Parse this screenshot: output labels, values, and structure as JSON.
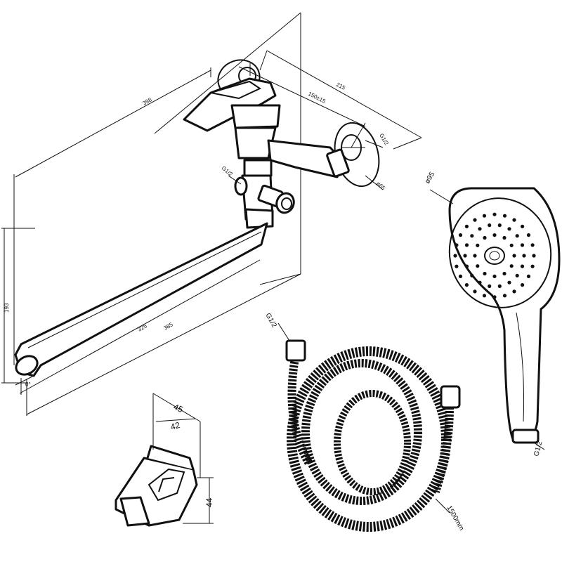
{
  "drawing": {
    "mixer": {
      "dim_overall_width": "398",
      "dim_spout_length_a": "325",
      "dim_spout_length_b": "385",
      "dim_height": "193",
      "dim_spout_angle": "0°",
      "dim_center_distance": "150±15",
      "dim_depth": "215",
      "dim_wall_thread": "G1/2",
      "dim_diverter_thread": "G1/2",
      "dim_flange_diameter": "ø65"
    },
    "holder": {
      "dim_width_outer": "45",
      "dim_width_inner": "42",
      "dim_height": "44"
    },
    "hose": {
      "dim_thread_top": "G1/2",
      "dim_length": "1500mm"
    },
    "shower_head": {
      "dim_diameter": "ø95",
      "dim_thread": "G1/2"
    }
  }
}
